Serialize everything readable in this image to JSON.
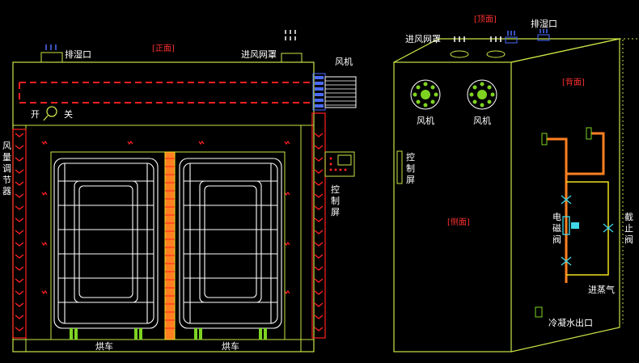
{
  "front": {
    "title": "[正面]",
    "exhaust": "排湿口",
    "intake_cover": "进风网罩",
    "fan": "风机",
    "on": "开",
    "off": "关",
    "damper": [
      "风",
      "量",
      "调",
      "节",
      "器"
    ],
    "control": [
      "控",
      "制",
      "屏"
    ],
    "cart_left": "烘车",
    "cart_right": "烘车"
  },
  "side": {
    "top_title": "[顶面]",
    "back_title": "[背面]",
    "side_title": "[侧面]",
    "intake_cover": "进风网罩",
    "exhaust": "排湿口",
    "fan_left": "风机",
    "fan_right": "风机",
    "control": [
      "控",
      "制",
      "屏"
    ],
    "solenoid": [
      "电",
      "磁",
      "阀"
    ],
    "shutoff": [
      "截",
      "止",
      "阀"
    ],
    "steam_in": "进蒸气",
    "condensate": "冷凝水出口"
  },
  "colors": {
    "line": "#c8e646",
    "white": "#ffffff",
    "red": "#ff2020",
    "orange": "#ff8020",
    "yellow": "#f0e020",
    "blue": "#4a6cff",
    "cyan": "#40d8e8"
  }
}
